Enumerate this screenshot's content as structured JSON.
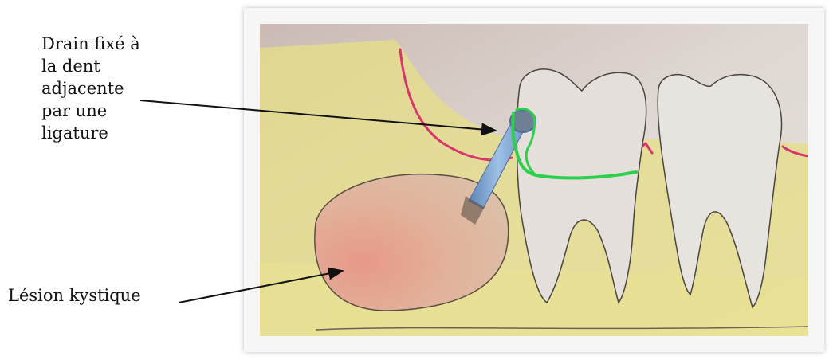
{
  "annotations": {
    "drain_lines": [
      "Drain fixé à",
      "la dent",
      "adjacente",
      "par une",
      "ligature"
    ],
    "lesion": "Lésion kystique"
  },
  "colors": {
    "gum": "#d9356b",
    "ligature": "#2ecf4a",
    "drain": "#7aa3d1",
    "lesion": "#e3b79b",
    "bone_yellow": "#e8e07a",
    "paper": "#d8cfc8"
  }
}
